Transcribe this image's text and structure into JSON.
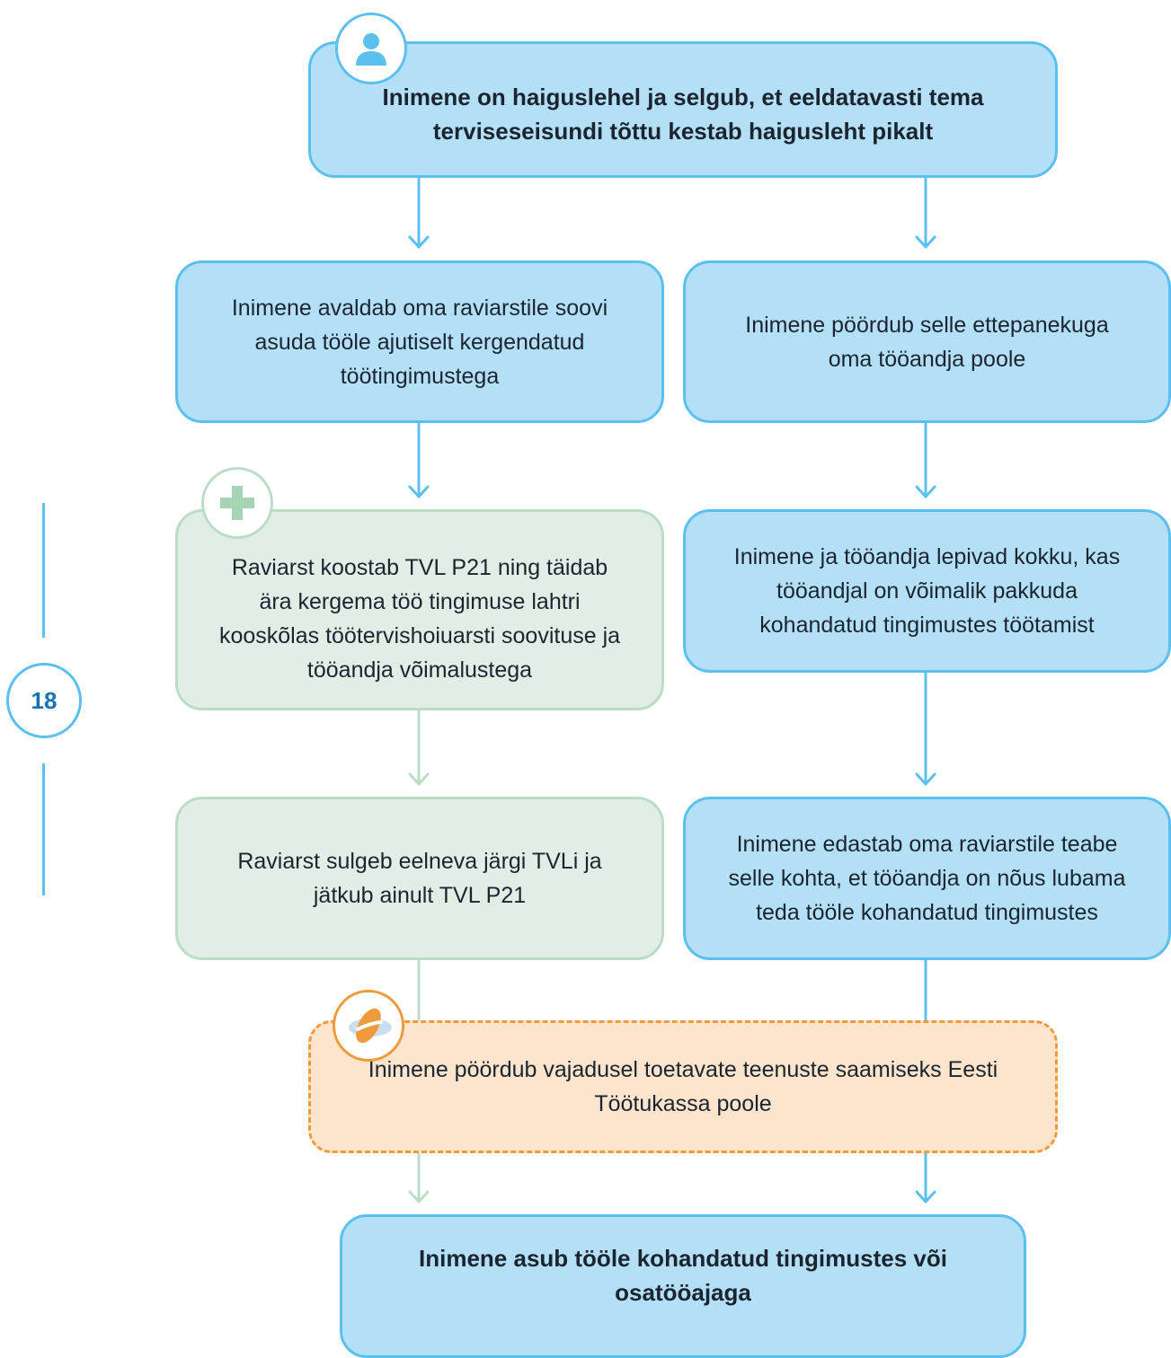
{
  "page_number": "18",
  "colors": {
    "blue_fill": "#b3e0f7",
    "blue_border": "#5cc0ee",
    "green_fill": "#e0eee5",
    "green_border": "#bcdcc6",
    "orange_fill": "#fde4cc",
    "orange_border": "#ef9a3d",
    "page_number_text": "#1673b5"
  },
  "icons": {
    "start": "person-icon",
    "doctor": "plus-cross-icon",
    "unemployment_fund": "tootukassa-logo-icon"
  },
  "steps": {
    "start": "Inimene on haiguslehel ja selgub, et eeldatavasti tema terviseseisundi tõttu kestab haigusleht pikalt",
    "left1": "Inimene avaldab oma raviarstile soovi asuda tööle ajutiselt kergendatud töötingimustega",
    "right1": "Inimene pöördub selle ettepanekuga oma tööandja poole",
    "left2": "Raviarst koostab TVL P21 ning täidab ära kergema töö tingimuse lahtri kooskõlas töötervishoiuarsti soovituse ja tööandja võimalustega",
    "right2": "Inimene ja tööandja lepivad kokku, kas tööandjal on võimalik pakkuda kohandatud tingimustes töötamist",
    "left3": "Raviarst sulgeb eelneva järgi TVLi ja jätkub ainult TVL P21",
    "right3": "Inimene edastab oma raviarstile teabe selle kohta, et tööandja on nõus lubama teda tööle kohandatud tingimustes",
    "support": "Inimene pöördub vajadusel toetavate teenuste saamiseks Eesti Töötukassa poole",
    "end": "Inimene asub tööle kohandatud tingimustes või osatööajaga"
  }
}
